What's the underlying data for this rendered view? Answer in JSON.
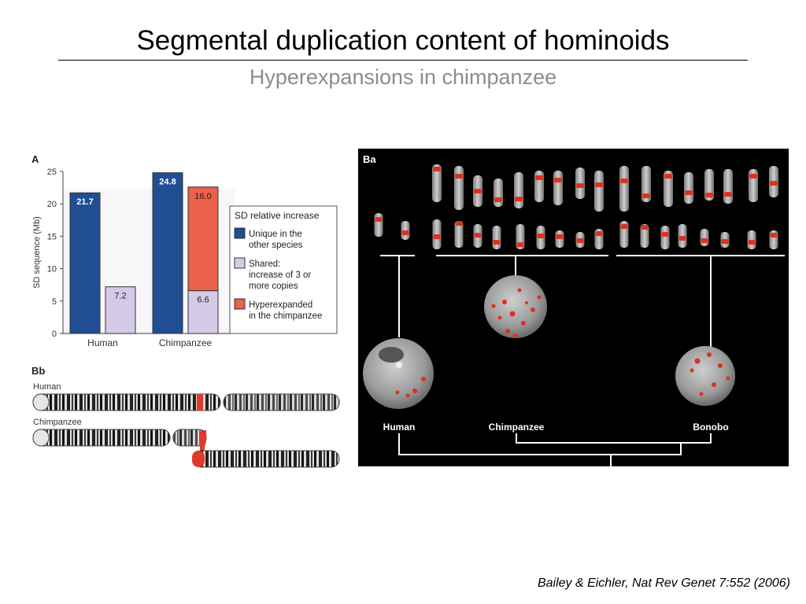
{
  "slide": {
    "title": "Segmental duplication content of hominoids",
    "subtitle": "Hyperexpansions in chimpanzee",
    "citation": "Bailey & Eichler, Nat Rev Genet 7:552 (2006)"
  },
  "panels": {
    "a_label": "A",
    "bb_label": "Bb",
    "ba_label": "Ba"
  },
  "chart_data": {
    "type": "bar",
    "stacked": true,
    "groups": [
      "Human",
      "Chimpanzee"
    ],
    "ylabel": "SD sequence (Mb)",
    "ylim": [
      0,
      25
    ],
    "yticks": [
      0,
      5,
      10,
      15,
      20,
      25
    ],
    "grid": false,
    "legend_title": "SD relative increase",
    "legend_position": "right",
    "legend": [
      {
        "key": "unique",
        "lines": [
          "Unique in the",
          "other species"
        ],
        "color": "#1f4e94"
      },
      {
        "key": "shared",
        "lines": [
          "Shared:",
          "increase of 3 or",
          "more copies"
        ],
        "color": "#d5cbe8"
      },
      {
        "key": "hyper",
        "lines": [
          "Hyperexpanded",
          "in the chimpanzee"
        ],
        "color": "#ea6048"
      }
    ],
    "bars": [
      {
        "group": "Human",
        "segments": [
          {
            "key": "unique",
            "base": 0,
            "value": 21.7,
            "label": "21.7"
          }
        ]
      },
      {
        "group": "Human",
        "segments": [
          {
            "key": "shared",
            "base": 0,
            "value": 7.2,
            "label": "7.2"
          }
        ]
      },
      {
        "group": "Chimpanzee",
        "segments": [
          {
            "key": "unique",
            "base": 0,
            "value": 24.8,
            "label": "24.8"
          }
        ]
      },
      {
        "group": "Chimpanzee",
        "segments": [
          {
            "key": "shared",
            "base": 0,
            "value": 6.6,
            "label": "6.6"
          },
          {
            "key": "hyper",
            "base": 6.6,
            "value": 16.0,
            "label": "16.0"
          }
        ]
      }
    ]
  },
  "chromosomes": {
    "human_label": "Human",
    "chimp_label": "Chimpanzee"
  },
  "fish_image": {
    "labels": {
      "human": "Human",
      "chimpanzee": "Chimpanzee",
      "bonobo": "Bonobo"
    }
  }
}
